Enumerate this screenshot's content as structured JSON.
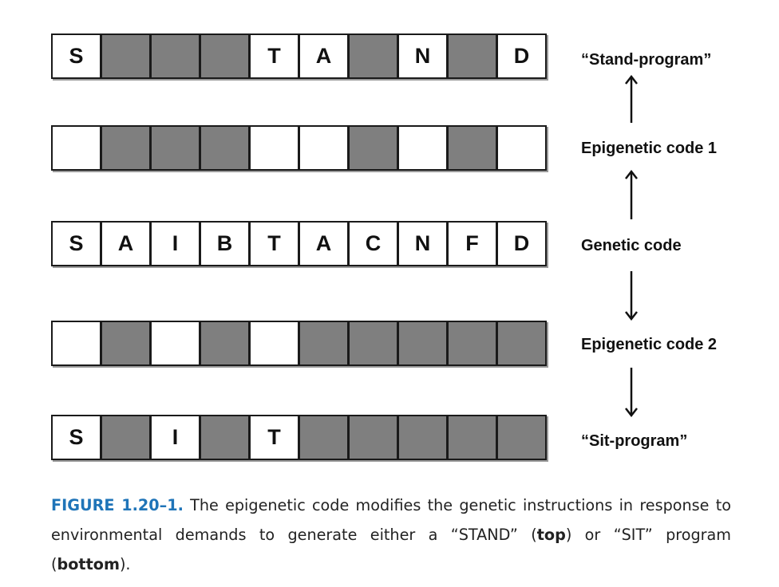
{
  "diagram": {
    "rows": [
      {
        "id": "stand-program",
        "label": "“Stand-program”",
        "cells": [
          {
            "letter": "S",
            "on": true
          },
          {
            "letter": "",
            "on": false
          },
          {
            "letter": "",
            "on": false
          },
          {
            "letter": "",
            "on": false
          },
          {
            "letter": "T",
            "on": true
          },
          {
            "letter": "A",
            "on": true
          },
          {
            "letter": "",
            "on": false
          },
          {
            "letter": "N",
            "on": true
          },
          {
            "letter": "",
            "on": false
          },
          {
            "letter": "D",
            "on": true
          }
        ]
      },
      {
        "id": "epigenetic-code-1",
        "label": "Epigenetic code 1",
        "cells": [
          {
            "letter": "",
            "on": true
          },
          {
            "letter": "",
            "on": false
          },
          {
            "letter": "",
            "on": false
          },
          {
            "letter": "",
            "on": false
          },
          {
            "letter": "",
            "on": true
          },
          {
            "letter": "",
            "on": true
          },
          {
            "letter": "",
            "on": false
          },
          {
            "letter": "",
            "on": true
          },
          {
            "letter": "",
            "on": false
          },
          {
            "letter": "",
            "on": true
          }
        ]
      },
      {
        "id": "genetic-code",
        "label": "Genetic code",
        "cells": [
          {
            "letter": "S",
            "on": true
          },
          {
            "letter": "A",
            "on": true
          },
          {
            "letter": "I",
            "on": true
          },
          {
            "letter": "B",
            "on": true
          },
          {
            "letter": "T",
            "on": true
          },
          {
            "letter": "A",
            "on": true
          },
          {
            "letter": "C",
            "on": true
          },
          {
            "letter": "N",
            "on": true
          },
          {
            "letter": "F",
            "on": true
          },
          {
            "letter": "D",
            "on": true
          }
        ]
      },
      {
        "id": "epigenetic-code-2",
        "label": "Epigenetic code 2",
        "cells": [
          {
            "letter": "",
            "on": true
          },
          {
            "letter": "",
            "on": false
          },
          {
            "letter": "",
            "on": true
          },
          {
            "letter": "",
            "on": false
          },
          {
            "letter": "",
            "on": true
          },
          {
            "letter": "",
            "on": false
          },
          {
            "letter": "",
            "on": false
          },
          {
            "letter": "",
            "on": false
          },
          {
            "letter": "",
            "on": false
          },
          {
            "letter": "",
            "on": false
          }
        ]
      },
      {
        "id": "sit-program",
        "label": "“Sit-program”",
        "cells": [
          {
            "letter": "S",
            "on": true
          },
          {
            "letter": "",
            "on": false
          },
          {
            "letter": "I",
            "on": true
          },
          {
            "letter": "",
            "on": false
          },
          {
            "letter": "T",
            "on": true
          },
          {
            "letter": "",
            "on": false
          },
          {
            "letter": "",
            "on": false
          },
          {
            "letter": "",
            "on": false
          },
          {
            "letter": "",
            "on": false
          },
          {
            "letter": "",
            "on": false
          }
        ]
      }
    ],
    "arrows": [
      {
        "name": "arrow-up-icon",
        "direction": "up"
      },
      {
        "name": "arrow-up-icon",
        "direction": "up"
      },
      {
        "name": "arrow-down-icon",
        "direction": "down"
      },
      {
        "name": "arrow-down-icon",
        "direction": "down"
      }
    ],
    "colors": {
      "active_cell": "#ffffff",
      "masked_cell": "#7f7f7f",
      "border": "#1a1a1a"
    }
  },
  "caption": {
    "label": "FIGURE 1.20–1.",
    "text_1": " The epigenetic code modifies the genetic instructions in response to environmental demands to generate either a “STAND” (",
    "bold_1": "top",
    "text_2": ") or “SIT” program (",
    "bold_2": "bottom",
    "text_3": ").",
    "label_color": "#1f74b8"
  }
}
